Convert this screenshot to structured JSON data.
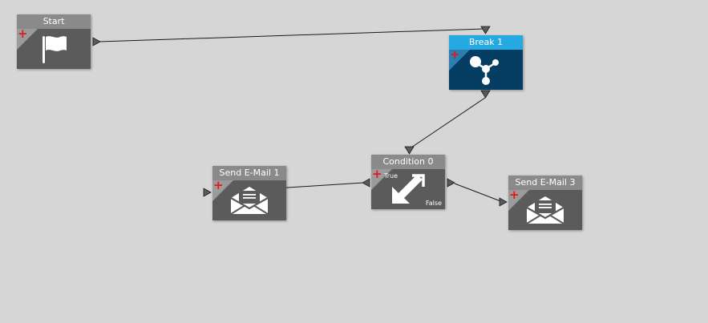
{
  "canvas": {
    "background": "#d6d6d6"
  },
  "nodes": {
    "start": {
      "title": "Start",
      "icon": "flag-icon"
    },
    "break1": {
      "title": "Break 1",
      "icon": "breakpoint-icon"
    },
    "condition0": {
      "title": "Condition 0",
      "icon": "condition-arrows-icon",
      "true_label": "True",
      "false_label": "False"
    },
    "email1": {
      "title": "Send E-Mail 1",
      "icon": "email-open-icon"
    },
    "email3": {
      "title": "Send E-Mail 3",
      "icon": "email-open-icon"
    }
  },
  "colors": {
    "gray_header": "#8a8a8a",
    "gray_body": "#5b5b5b",
    "blue_header": "#26a9e0",
    "blue_body": "#063d62",
    "add_marker": "#e0191c"
  }
}
